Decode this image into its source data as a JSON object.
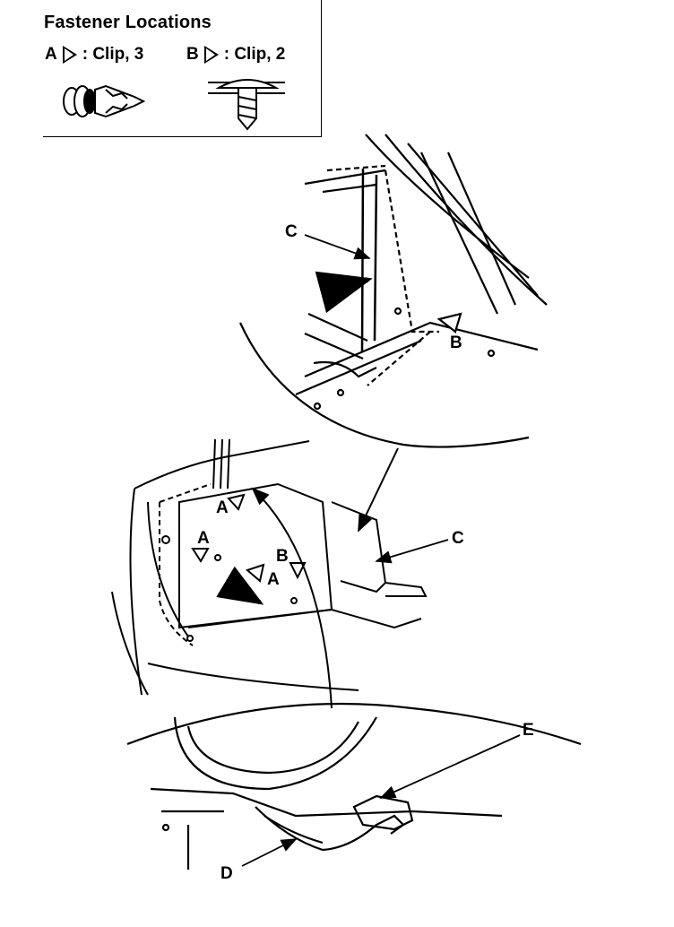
{
  "legend": {
    "title": "Fastener Locations",
    "clip_a": {
      "letter": "A",
      "text": ": Clip, 3"
    },
    "clip_b": {
      "letter": "B",
      "text": ": Clip, 2"
    }
  },
  "callouts": {
    "c_top": "C",
    "c_mid": "C",
    "d": "D",
    "e": "E",
    "b_top": "B",
    "b_mid": "B",
    "a1": "A",
    "a2": "A",
    "a3": "A"
  }
}
